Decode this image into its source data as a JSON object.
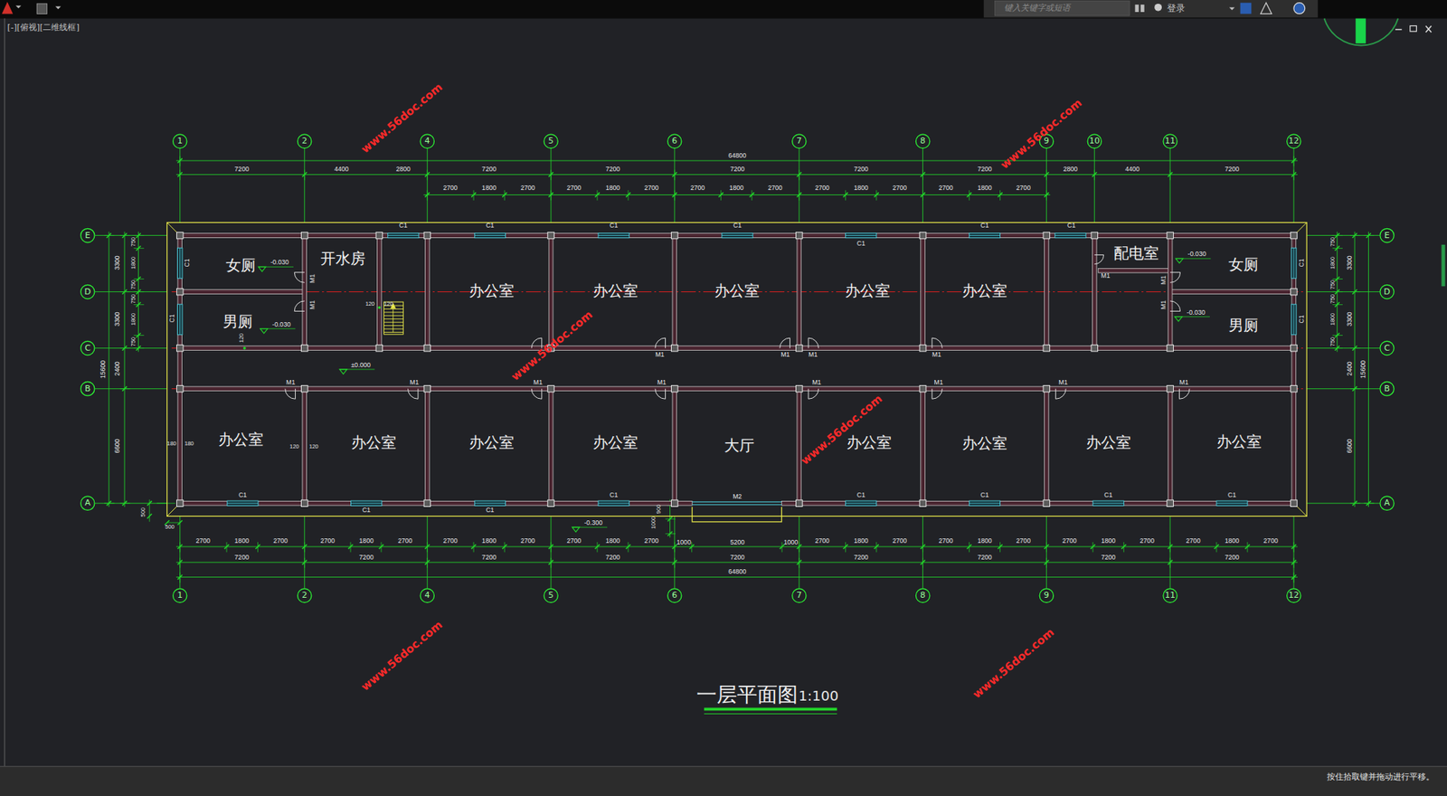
{
  "diagram": {
    "title": "一层平面图",
    "nodes": [
      {
        "text": [
          "女厕"
        ]
      },
      {
        "text": [
          "开水房"
        ]
      },
      {
        "text": [
          "办公室"
        ]
      },
      {
        "text": [
          "办公室"
        ]
      },
      {
        "text": [
          "办公室"
        ]
      },
      {
        "text": [
          "办公室"
        ]
      },
      {
        "text": [
          "办公室"
        ]
      },
      {
        "text": [
          "配电室"
        ]
      },
      {
        "text": [
          "女厕"
        ]
      },
      {
        "text": [
          "男厕"
        ]
      },
      {
        "text": [
          "男厕"
        ]
      },
      {
        "text": [
          "办公室"
        ]
      },
      {
        "text": [
          "办公室"
        ]
      },
      {
        "text": [
          "办公室"
        ]
      },
      {
        "text": [
          "办公室"
        ]
      },
      {
        "text": [
          "大厅"
        ]
      },
      {
        "text": [
          "办公室"
        ]
      },
      {
        "text": [
          "办公室"
        ]
      },
      {
        "text": [
          "办公室"
        ]
      },
      {
        "text": [
          "办公室"
        ]
      }
    ],
    "labels": [
      "[-][俯视][二维线框]",
      "键入关键字或短语",
      "登录",
      "1",
      "2",
      "4",
      "5",
      "6",
      "7",
      "8",
      "9",
      "10",
      "11",
      "12",
      "64800",
      "7200",
      "4400",
      "2800",
      "7200",
      "7200",
      "7200",
      "7200",
      "7200",
      "2800",
      "4400",
      "7200",
      "2700",
      "1800",
      "2700",
      "2700",
      "1800",
      "2700",
      "2700",
      "1800",
      "2700",
      "2700",
      "1800",
      "2700",
      "2700",
      "1800",
      "2700",
      "C1",
      "C1",
      "C1",
      "C1",
      "C1",
      "C1",
      "C1",
      "C1",
      "C1",
      "C1",
      "C1",
      "-0.030",
      "-0.030",
      "-0.030",
      "-0.030",
      "M1",
      "M1",
      "M1",
      "M1",
      "M1",
      "120",
      "120",
      "120",
      "M1",
      "M1",
      "M1",
      "M1",
      "±0.000",
      "M1",
      "M1",
      "M1",
      "M1",
      "M1",
      "M1",
      "M1",
      "M1",
      "180",
      "180",
      "120",
      "120",
      "C1",
      "C1",
      "C1",
      "C1",
      "C1",
      "C1",
      "C1",
      "C1",
      "M2",
      "-0.300",
      "1000",
      "900",
      "500",
      "500",
      "2700",
      "1800",
      "2700",
      "2700",
      "1800",
      "2700",
      "2700",
      "1800",
      "2700",
      "2700",
      "1800",
      "2700",
      "1000",
      "5200",
      "1000",
      "2700",
      "1800",
      "2700",
      "2700",
      "1800",
      "2700",
      "2700",
      "1800",
      "2700",
      "2700",
      "1800",
      "2700",
      "7200",
      "7200",
      "7200",
      "7200",
      "7200",
      "7200",
      "7200",
      "7200",
      "7200",
      "64800",
      "1",
      "2",
      "4",
      "5",
      "6",
      "7",
      "8",
      "9",
      "11",
      "12",
      "E",
      "D",
      "C",
      "B",
      "A",
      "E",
      "D",
      "C",
      "B",
      "A",
      "15600",
      "3300",
      "3300",
      "2400",
      "6600",
      "750",
      "1800",
      "750",
      "750",
      "1800",
      "750",
      "750",
      "1800",
      "750",
      "750",
      "1800",
      "750",
      "3300",
      "3300",
      "2400",
      "6600",
      "15600",
      "www.56doc.com",
      "www.56doc.com",
      "www.56doc.com",
      "www.56doc.com",
      "www.56doc.com",
      "www.56doc.com",
      "1:100",
      "按住拾取键并拖动进行平移。"
    ]
  }
}
